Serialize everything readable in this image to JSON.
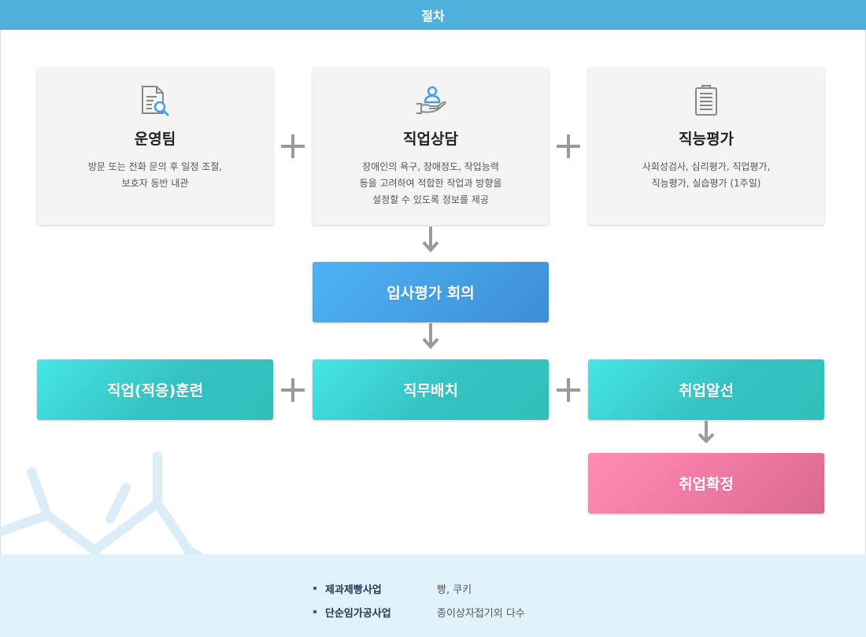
{
  "header": {
    "title": "절차"
  },
  "cards": [
    {
      "icon": "document-search-icon",
      "title": "운영팀",
      "lines": [
        "방문 또는 전화 문의 후 일정 조절,",
        "보호자 동반 내관"
      ]
    },
    {
      "icon": "counselor-hand-icon",
      "title": "직업상담",
      "lines": [
        "장애인의 욕구, 장애정도, 작업능력",
        "등을 고려하여 적합한 작업과 방향을",
        "설정할 수 있도록 정보를 제공"
      ]
    },
    {
      "icon": "clipboard-icon",
      "title": "직능평가",
      "lines": [
        "사회성검사, 심리평가, 직업평가,",
        "직능평가, 실습평가 (1주일)"
      ]
    }
  ],
  "meeting": {
    "label": "입사평가 회의"
  },
  "steps": [
    {
      "label": "직업(적응)훈련"
    },
    {
      "label": "직무배치"
    },
    {
      "label": "취업알선"
    }
  ],
  "final": {
    "label": "취업확정"
  },
  "footer": {
    "items": [
      {
        "name": "제과제빵사업",
        "value": "빵, 쿠키"
      },
      {
        "name": "단순임가공사업",
        "value": "종이상자접기외 다수"
      }
    ]
  },
  "colors": {
    "header": "#4fb0dc",
    "meeting": "#3e8ed4",
    "steps": "#36c2c2",
    "final": "#f17aa4",
    "footer_bg": "#e0f2fb"
  }
}
